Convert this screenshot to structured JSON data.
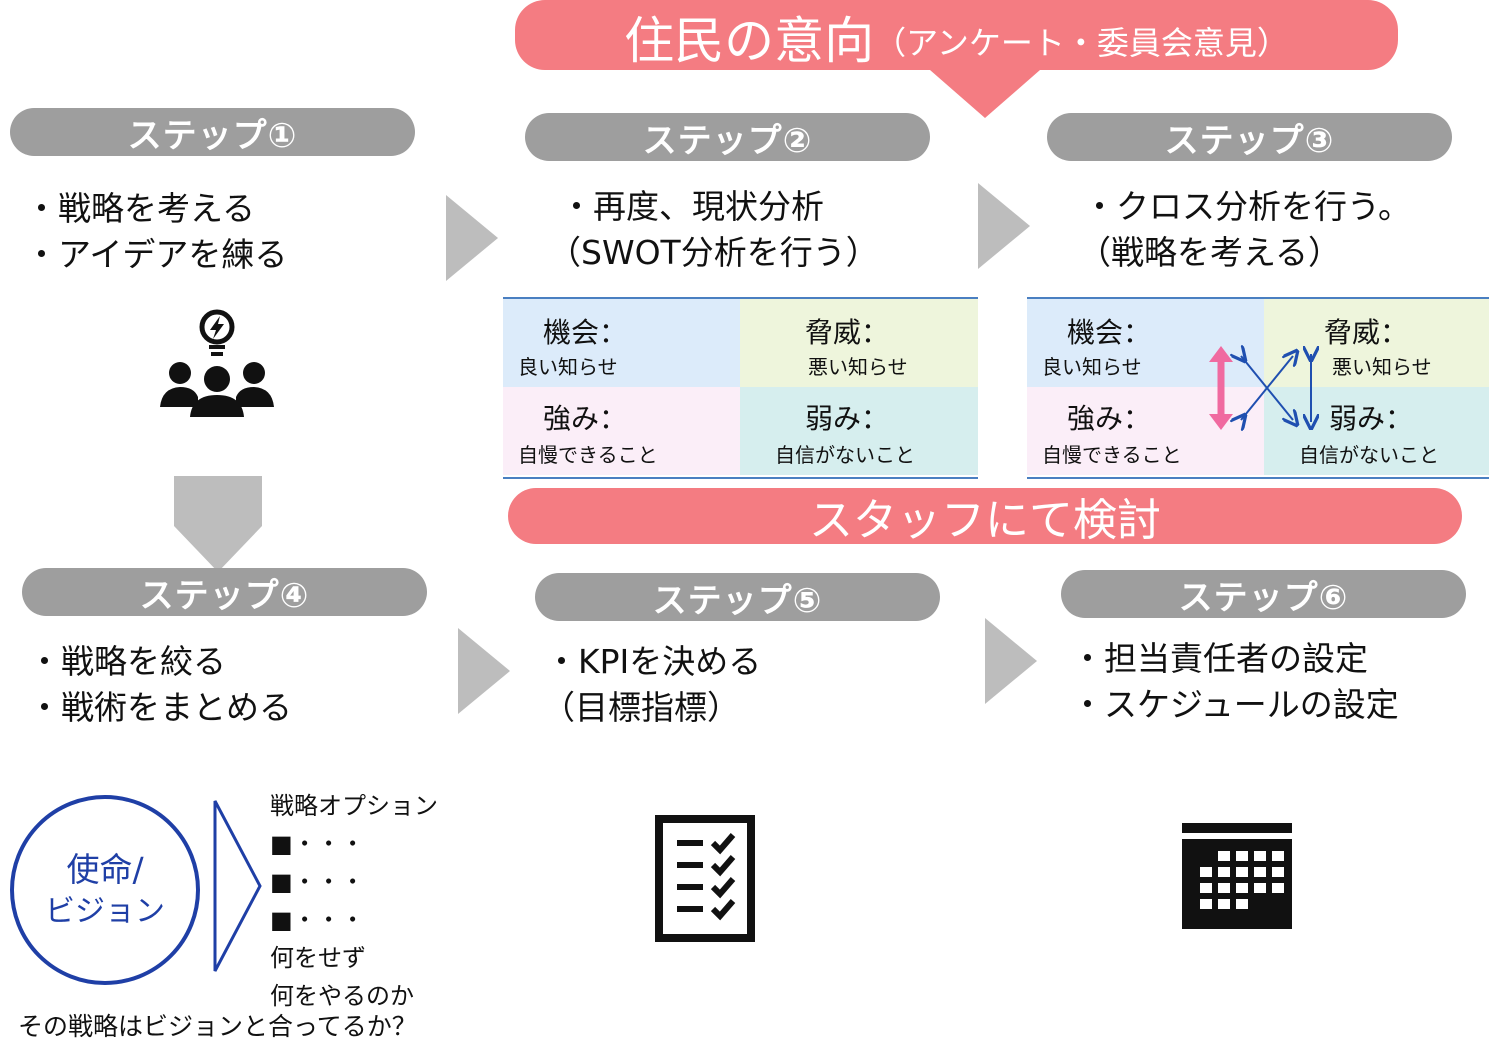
{
  "banner_top": {
    "main": "住民の意向",
    "sub": "（アンケート・委員会意見）"
  },
  "banner_mid": {
    "label": "スタッフにて検討"
  },
  "steps": [
    {
      "label": "ステップ①",
      "lines": [
        "・戦略を考える",
        "・アイデアを練る"
      ]
    },
    {
      "label": "ステップ②",
      "lines": [
        "・再度、現状分析",
        "（SWOT分析を行う）"
      ]
    },
    {
      "label": "ステップ③",
      "lines": [
        "・クロス分析を行う。",
        "（戦略を考える）"
      ]
    },
    {
      "label": "ステップ④",
      "lines": [
        "・戦略を絞る",
        "・戦術をまとめる"
      ]
    },
    {
      "label": "ステップ⑤",
      "lines": [
        "・KPIを決める",
        "（目標指標）"
      ]
    },
    {
      "label": "ステップ⑥",
      "lines": [
        "・担当責任者の設定",
        "・スケジュールの設定"
      ]
    }
  ],
  "swot": {
    "opportunity": {
      "title": "機会：",
      "desc": "良い知らせ"
    },
    "threat": {
      "title": "脅威：",
      "desc": "悪い知らせ"
    },
    "strength": {
      "title": "強み：",
      "desc": "自慢できること"
    },
    "weakness": {
      "title": "弱み：",
      "desc": "自信がないこと"
    }
  },
  "vision": {
    "circle_line1": "使命/",
    "circle_line2": "ビジョン",
    "options_title": "戦略オプション",
    "option_items": [
      "■・・・",
      "■・・・",
      "■・・・"
    ],
    "note1": "何をせず",
    "note2": "何をやるのか",
    "question": "その戦略はビジョンと合ってるか？"
  },
  "icons": [
    "team-idea-icon",
    "checklist-icon",
    "calendar-icon"
  ],
  "colors": {
    "banner": "#f47c82",
    "pill": "#9e9e9e",
    "arrow": "#bdbdbd",
    "opportunity_bg": "#dcebfa",
    "threat_bg": "#eef5dc",
    "strength_bg": "#fbeef8",
    "weakness_bg": "#d6eeee",
    "vision_blue": "#1f3fa6",
    "cross_arrow_pink": "#f06aa0",
    "cross_arrow_blue": "#1f4fb0"
  }
}
